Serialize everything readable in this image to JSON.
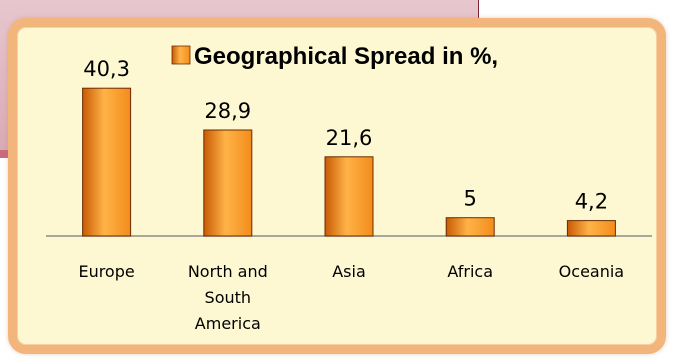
{
  "chart_data": {
    "type": "bar",
    "title": "Geographical Spread in %,",
    "categories": [
      "Europe",
      "North and South America",
      "Asia",
      "Africa",
      "Oceania"
    ],
    "category_lines": [
      [
        "Europe"
      ],
      [
        "North and",
        "South",
        "America"
      ],
      [
        "Asia"
      ],
      [
        "Africa"
      ],
      [
        "Oceania"
      ]
    ],
    "value_labels": [
      "40,3",
      "28,9",
      "21,6",
      "5",
      "4,2"
    ],
    "series": [
      {
        "values": [
          40.3,
          28.9,
          21.6,
          5,
          4.2
        ]
      }
    ],
    "ylim": [
      0,
      45
    ],
    "legend": "top",
    "grid": false,
    "colors": {
      "bar_light": "#ffb347",
      "bar_mid": "#f28c1c",
      "bar_dark": "#c85a05",
      "bar_stroke": "#6b2b00",
      "axis": "#8c8c8c",
      "card_fill": "#fdf8d2",
      "card_border": "#f2b67d"
    }
  }
}
